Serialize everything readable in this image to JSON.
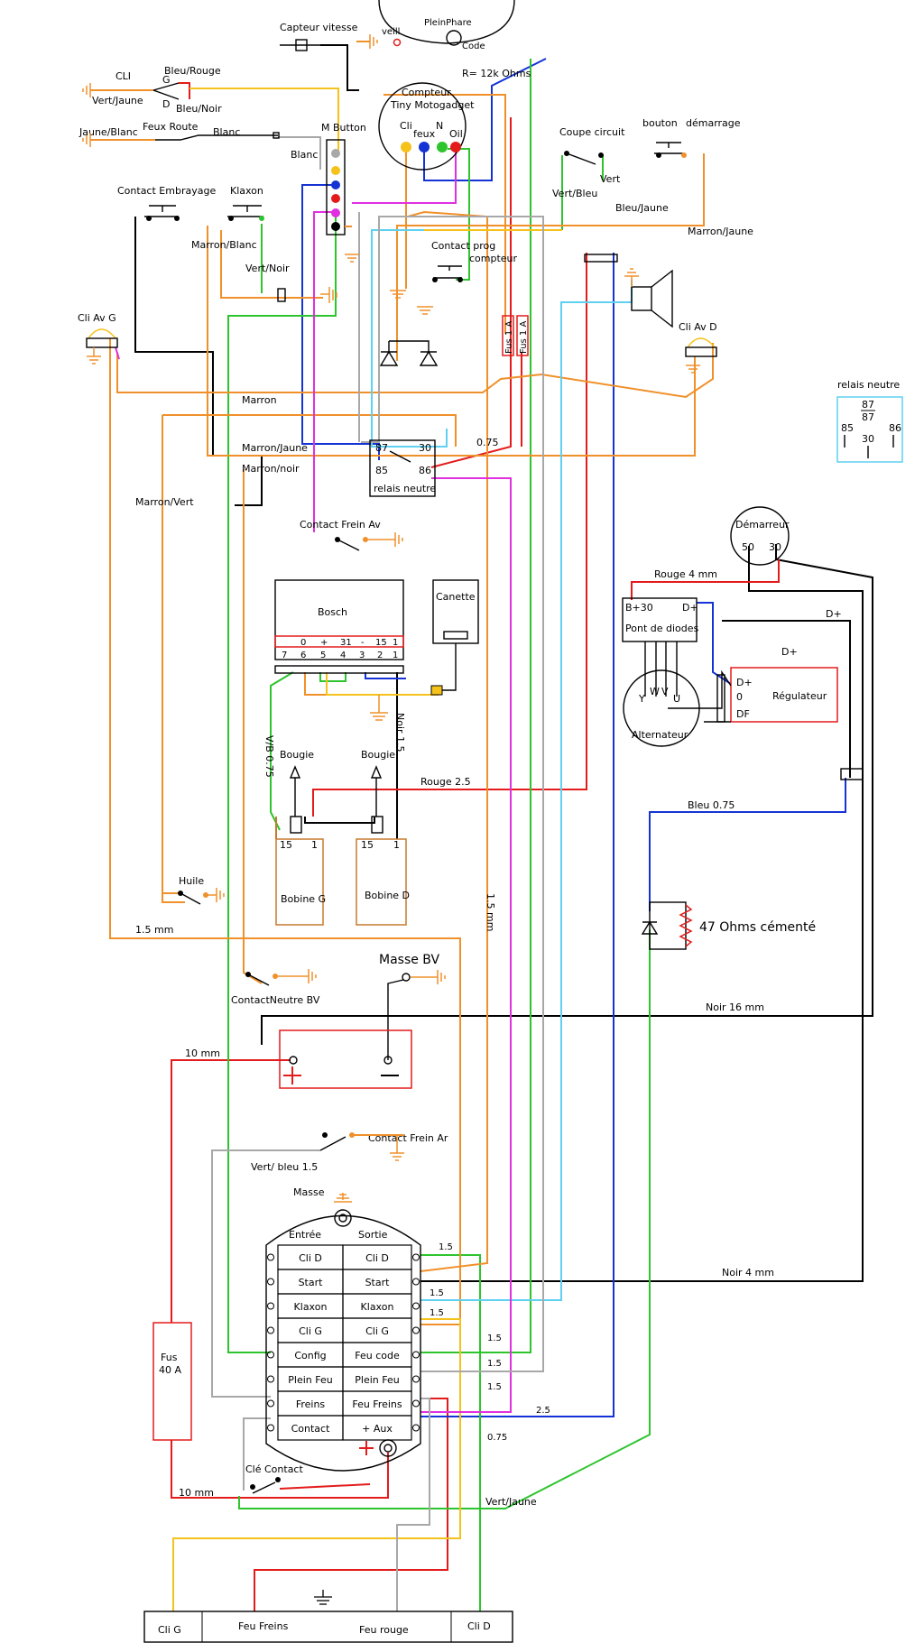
{
  "labels": {
    "capteur_vitesse": "Capteur vitesse",
    "veill": "veill",
    "plein_phare": "PleinPhare",
    "code": "Code",
    "r12k": "R= 12k Ohms",
    "cli": "CLI",
    "g": "G",
    "d": "D",
    "bleu_rouge": "Bleu/Rouge",
    "bleu_noir": "Bleu/Noir",
    "vert_jaune_left": "Vert/Jaune",
    "jaune_blanc": "Jaune/Blanc",
    "feux_route": "Feux Route",
    "blanc_1": "Blanc",
    "blanc_2": "Blanc",
    "compteur": "Compteur",
    "tiny_motogadget": "Tiny Motogadget",
    "cli_c": "Cli",
    "feux_c": "feux",
    "n_c": "N",
    "oil_c": "Oil",
    "m_button": "M Button",
    "coupe_circuit": "Coupe circuit",
    "bouton": "bouton",
    "demarrage": "démarrage",
    "vert": "Vert",
    "vert_bleu": "Vert/Bleu",
    "bleu_jaune": "Bleu/Jaune",
    "marron_jaune_top": "Marron/Jaune",
    "contact_embrayage": "Contact Embrayage",
    "klaxon_top": "Klaxon",
    "marron_blanc": "Marron/Blanc",
    "vert_noir": "Vert/Noir",
    "contact_prog": "Contact prog",
    "compteur_2": "compteur",
    "cli_av_g": "Cli Av G",
    "cli_av_d": "Cli Av D",
    "fus1a": "Fus 1 A",
    "marron": "Marron",
    "marron_jaune": "Marron/Jaune",
    "marron_noir": "Marron/noir",
    "marron_vert": "Marron/Vert",
    "r87": "87",
    "r30": "30",
    "r85": "85",
    "r86": "86",
    "relais_neutre": "relais neutre",
    "v075": "0.75",
    "relais_neutre_legend": "relais neutre",
    "contact_frein_av": "Contact Frein Av",
    "demarreur": "Démarreur",
    "t50": "50",
    "t30": "30",
    "bosch": "Bosch",
    "canette": "Canette",
    "bosch_row1": [
      "0",
      "+",
      "31",
      "-",
      "15",
      "1"
    ],
    "bosch_row2": [
      "7",
      "6",
      "5",
      "4",
      "3",
      "2",
      "1"
    ],
    "rouge4mm": "Rouge 4 mm",
    "dplus_1": "D+",
    "dplus_2": "D+",
    "b30": "B+30",
    "dplus_p": "D+",
    "pont_diodes": "Pont de diodes",
    "y": "Y",
    "w": "W",
    "v": "V",
    "u": "U",
    "alternateur": "Alternateur",
    "reg_dplus": "D+",
    "reg_0": "0",
    "reg_df": "DF",
    "regulateur": "Régulateur",
    "vb075": "V/B 0.75",
    "noir15": "Noir 1.5",
    "bougie_1": "Bougie",
    "bougie_2": "Bougie",
    "rouge25": "Rouge 2.5",
    "b15a": "15",
    "b1a": "1",
    "b15b": "15",
    "b1b": "1",
    "bobine_g": "Bobine G",
    "bobine_d": "Bobine D",
    "bleu075": "Bleu 0.75",
    "huile": "Huile",
    "ohms47": "47 Ohms cémenté",
    "mm15_left": "1.5 mm",
    "mm15_mid": "1.5 mm",
    "masse_bv": "Masse BV",
    "contact_neutre_bv": "ContactNeutre BV",
    "noir16": "Noir 16 mm",
    "mm10_top": "10 mm",
    "contact_frein_ar": "Contact Frein Ar",
    "vert_bleu15": "Vert/ bleu 1.5",
    "masse": "Masse",
    "entree": "Entrée",
    "sortie": "Sortie",
    "noir4": "Noir 4 mm",
    "fus40": "Fus",
    "fus40b": "40 A",
    "cle_contact": "Clé Contact",
    "mm10_bottom": "10 mm",
    "s15_1": "1.5",
    "s15_2": "1.5",
    "s15_3": "1.5",
    "s15_4": "1.5",
    "s15_5": "1.5",
    "s15_6": "1.5",
    "s25": "2.5",
    "s075": "0.75",
    "vert_jaune_bottom": "Vert/Jaune",
    "bottom_cli_g": "Cli G",
    "bottom_feu_freins": "Feu Freins",
    "bottom_feu_rouge": "Feu rouge",
    "bottom_cli_d": "Cli D"
  },
  "legend_relay": {
    "top": "87",
    "top2": "87",
    "left": "85",
    "mid": "30",
    "right": "86"
  },
  "module_rows": [
    {
      "entree": "Cli D",
      "sortie": "Cli D"
    },
    {
      "entree": "Start",
      "sortie": "Start"
    },
    {
      "entree": "Klaxon",
      "sortie": "Klaxon"
    },
    {
      "entree": "Cli G",
      "sortie": "Cli G"
    },
    {
      "entree": "Config",
      "sortie": "Feu code"
    },
    {
      "entree": "Plein Feu",
      "sortie": "Plein Feu"
    },
    {
      "entree": "Freins",
      "sortie": "Feu Freins"
    },
    {
      "entree": "Contact",
      "sortie": "+ Aux"
    }
  ],
  "colors": {
    "red": "#e41b1b",
    "blue": "#1533d4",
    "green": "#2ec42e",
    "orange": "#f0902a",
    "yellow": "#f5c21b",
    "cyan": "#5fd0f0",
    "magenta": "#e030e0",
    "brown": "#c77a2e",
    "grey": "#a8a8a8",
    "black": "#000000"
  }
}
